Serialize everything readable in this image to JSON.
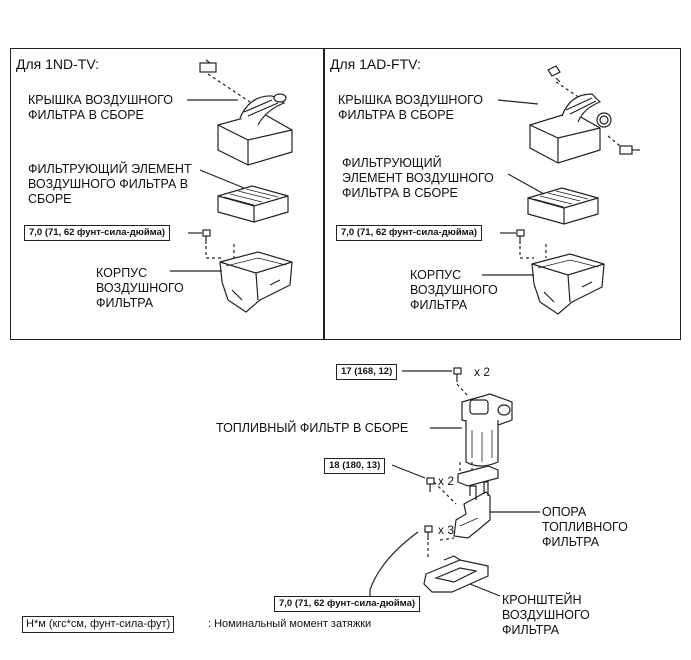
{
  "panels": {
    "left": {
      "title": "Для 1ND-TV:",
      "cover_label": "КРЫШКА ВОЗДУШНОГО\nФИЛЬТРА В СБОРЕ",
      "element_label": "ФИЛЬТРУЮЩИЙ ЭЛЕМЕНТ\nВОЗДУШНОГО ФИЛЬТРА В\nСБОРЕ",
      "torque": "7,0 (71, 62 фунт-сила-дюйма)",
      "housing_label": "КОРПУС\nВОЗДУШНОГО\nФИЛЬТРА"
    },
    "right": {
      "title": "Для 1AD-FTV:",
      "cover_label": "КРЫШКА ВОЗДУШНОГО\nФИЛЬТРА В СБОРЕ",
      "element_label": "ФИЛЬТРУЮЩИЙ\nЭЛЕМЕНТ ВОЗДУШНОГО\nФИЛЬТРА В СБОРЕ",
      "torque": "7,0 (71, 62 фунт-сила-дюйма)",
      "housing_label": "КОРПУС\nВОЗДУШНОГО\nФИЛЬТРА"
    }
  },
  "lower": {
    "torque_top": "17 (168, 12)",
    "mult_top": "x 2",
    "fuel_filter_label": "ТОПЛИВНЫЙ ФИЛЬТР В СБОРЕ",
    "torque_mid": "18 (180, 13)",
    "mult_mid": "x 2",
    "support_label": "ОПОРА\nТОПЛИВНОГО\nФИЛЬТРА",
    "mult_low": "x 3",
    "torque_bottom": "7,0 (71, 62 фунт-сила-дюйма)",
    "bracket_label": "КРОНШТЕЙН\nВОЗДУШНОГО\nФИЛЬТРА"
  },
  "legend": {
    "units": "Н*м (кгс*см, фунт-сила-фут)",
    "description": ": Номинальный момент затяжки"
  }
}
